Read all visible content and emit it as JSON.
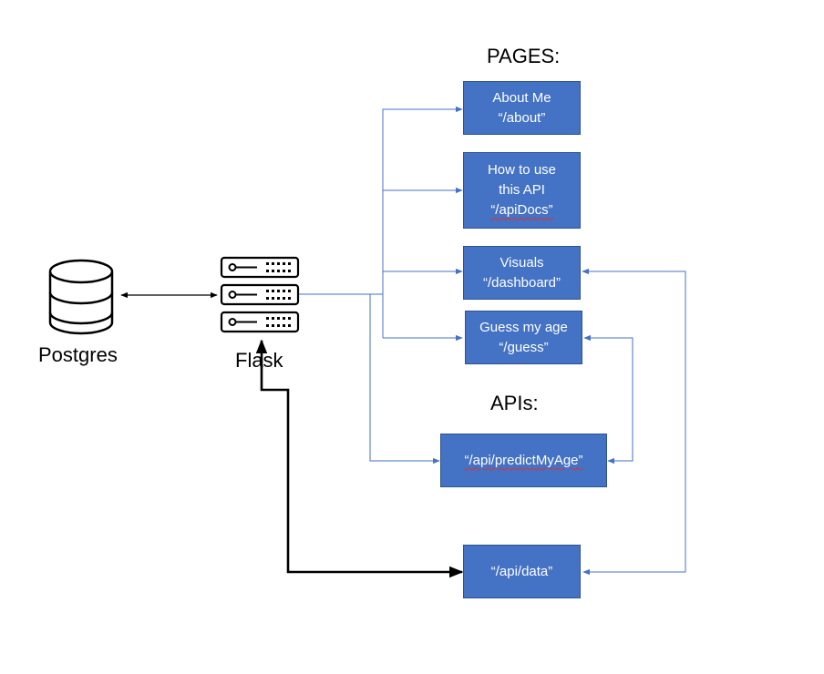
{
  "headings": {
    "pages": "PAGES:",
    "apis": "APIs:"
  },
  "nodes": {
    "postgres": {
      "label": "Postgres",
      "icon": "database-icon"
    },
    "flask": {
      "label": "Flask",
      "icon": "server-icon"
    }
  },
  "pages": [
    {
      "lines": [
        "About Me",
        "“/about”"
      ]
    },
    {
      "lines": [
        "How to use",
        "this API",
        "“/apiDocs”"
      ]
    },
    {
      "lines": [
        "Visuals",
        "“/dashboard”"
      ]
    },
    {
      "lines": [
        "Guess my age",
        "“/guess”"
      ]
    }
  ],
  "apis": [
    {
      "lines": [
        "“/api/predictMyAge”"
      ]
    },
    {
      "lines": [
        "“/api/data”"
      ]
    }
  ],
  "colors": {
    "box_fill": "#4472c4",
    "box_border": "#2f528f",
    "connector_blue": "#4472c4",
    "connector_black": "#000000"
  }
}
